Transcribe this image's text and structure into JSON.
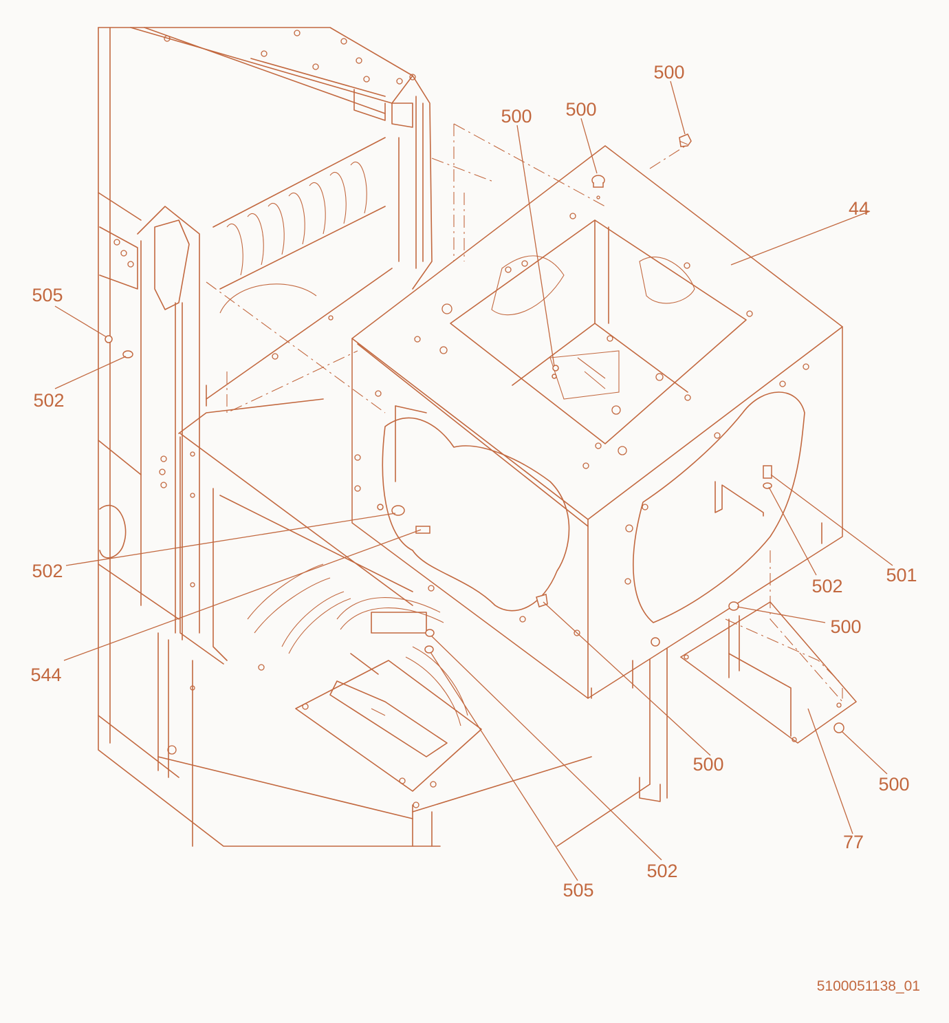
{
  "colors": {
    "line": "#c2683f",
    "background": "#fbfaf8"
  },
  "callouts": {
    "c500_top_right": "500",
    "c500_top_mid": "500",
    "c500_top_left": "500",
    "c44": "44",
    "c505_left": "505",
    "c502_left_top": "502",
    "c502_left_mid": "502",
    "c544": "544",
    "c502_right": "502",
    "c501": "501",
    "c500_right": "500",
    "c500_lower_mid": "500",
    "c500_lower_right": "500",
    "c77": "77",
    "c502_bottom": "502",
    "c505_bottom": "505"
  },
  "document_number": "5100051138_01"
}
